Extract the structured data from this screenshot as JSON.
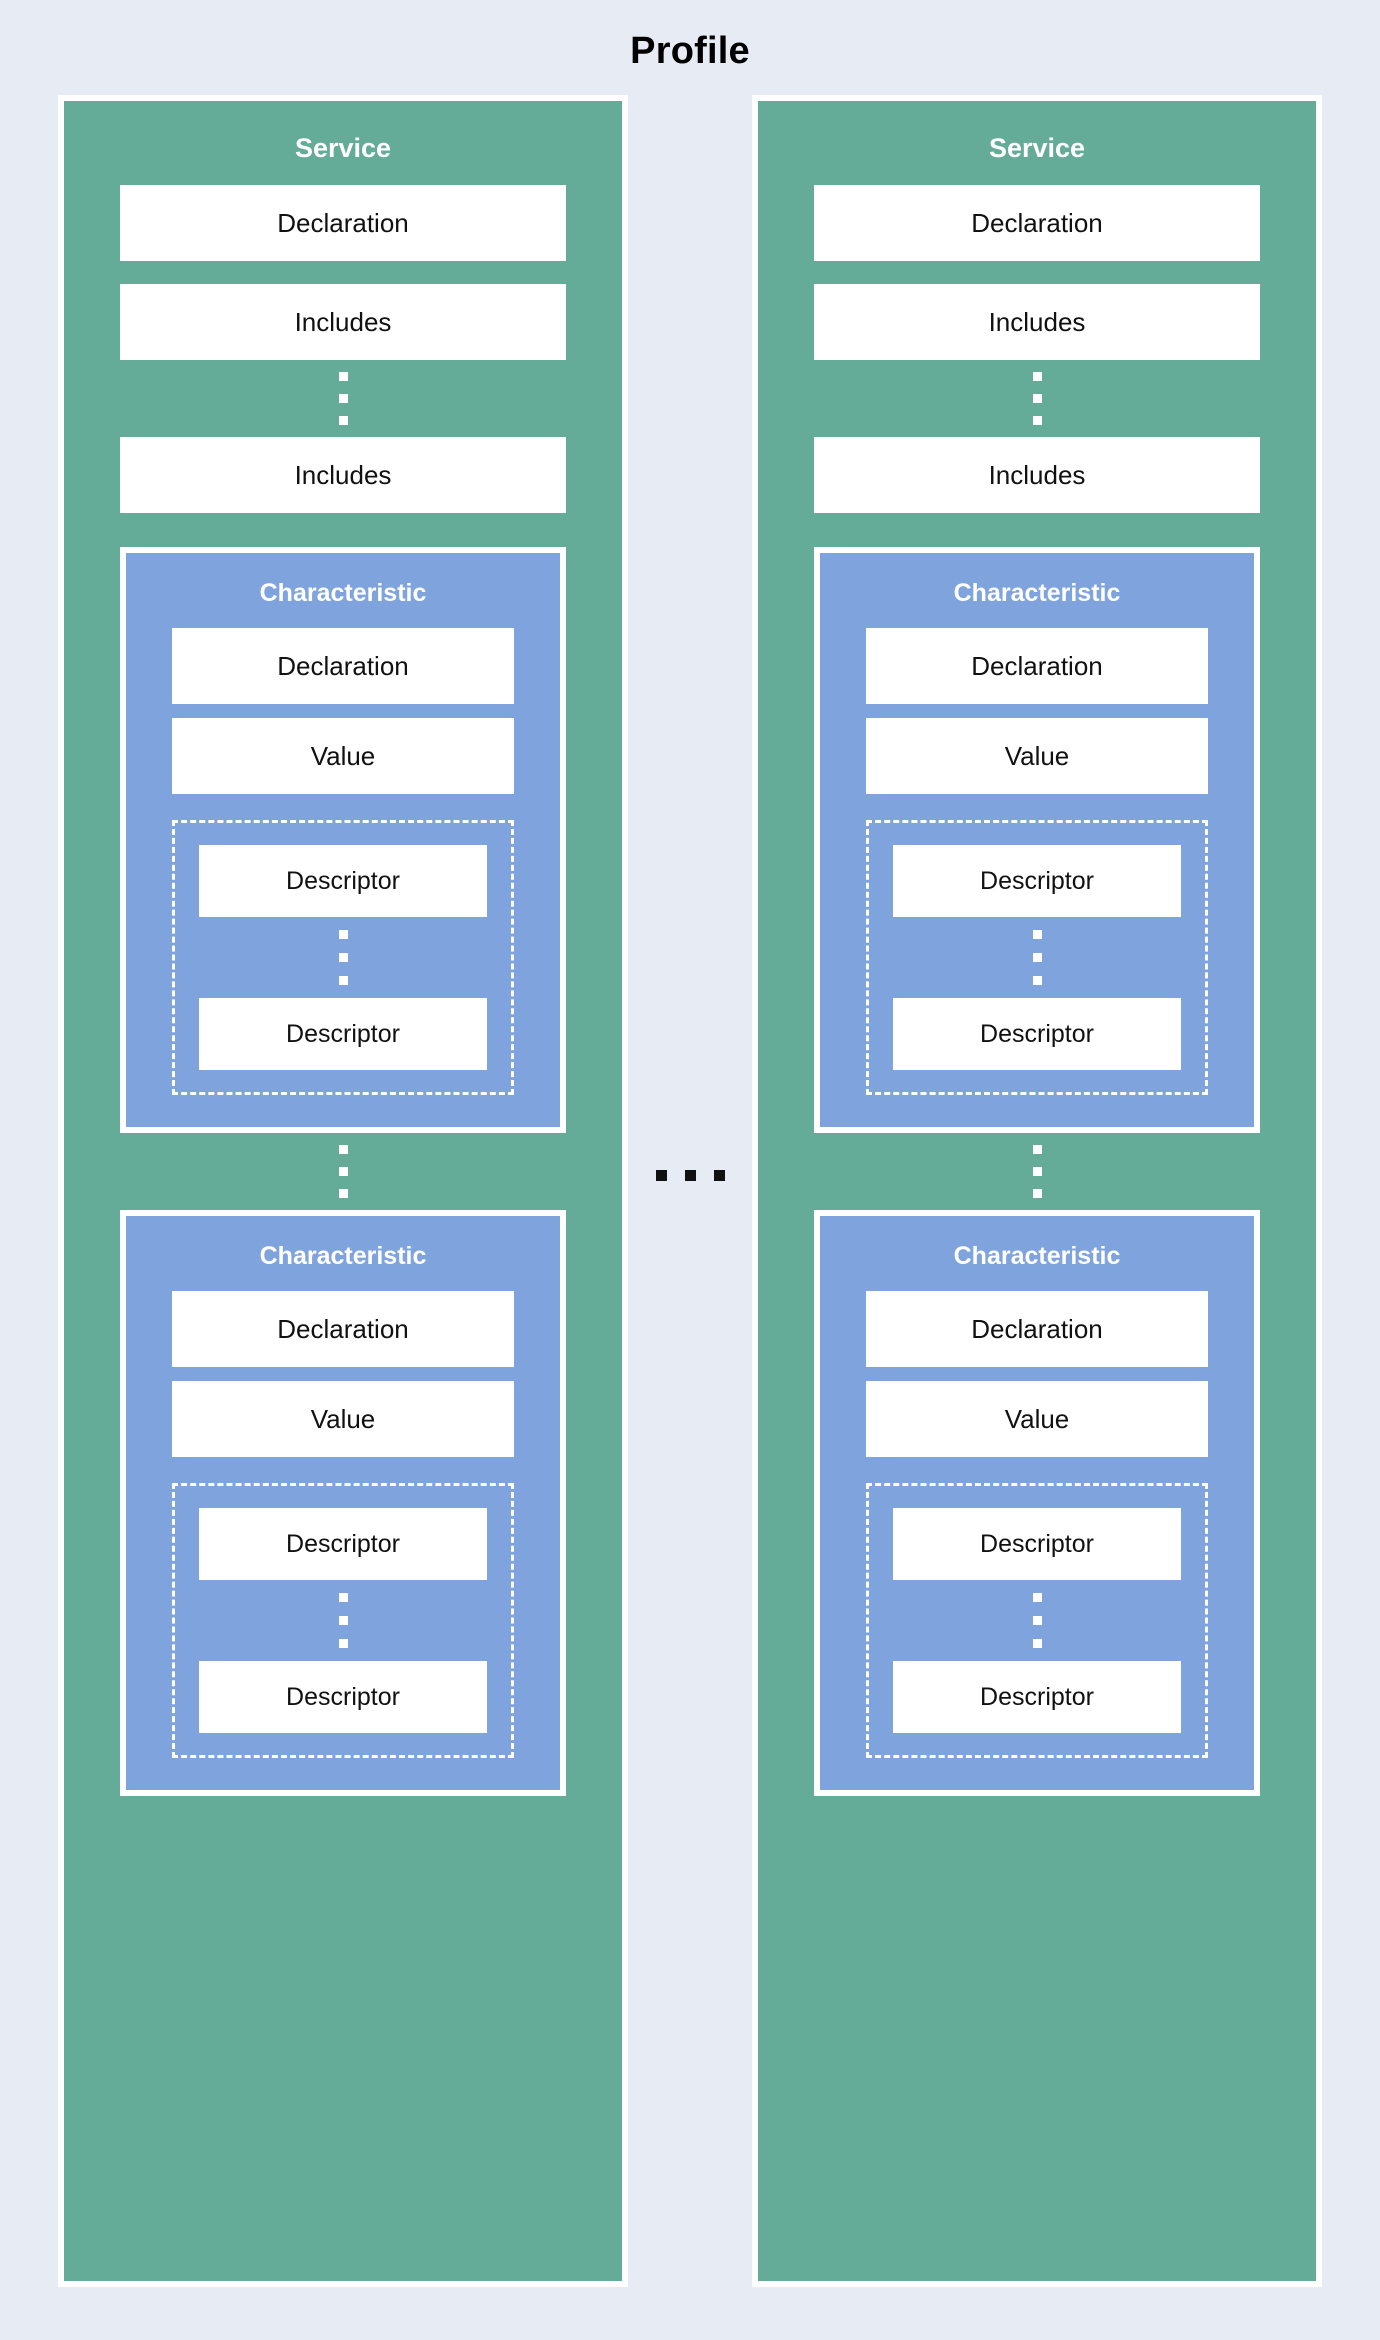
{
  "diagram": {
    "title": "Profile",
    "type": "nested-block-diagram",
    "colors": {
      "background": "#e6ebf4",
      "service": "#64ab98",
      "characteristic": "#7fa4dd",
      "leaf_box": "#ffffff",
      "leaf_text": "#111111",
      "panel_border": "#ffffff",
      "title_text": "#000000",
      "ellipsis_dark": "#111111",
      "ellipsis_light": "#ffffff"
    },
    "ellipsis": {
      "between_columns": "...",
      "vertical": "⋮"
    },
    "services": [
      {
        "title": "Service",
        "declaration": "Declaration",
        "includes_first": "Includes",
        "includes_last": "Includes",
        "characteristics": [
          {
            "title": "Characteristic",
            "declaration": "Declaration",
            "value": "Value",
            "descriptor_first": "Descriptor",
            "descriptor_last": "Descriptor"
          },
          {
            "title": "Characteristic",
            "declaration": "Declaration",
            "value": "Value",
            "descriptor_first": "Descriptor",
            "descriptor_last": "Descriptor"
          }
        ]
      },
      {
        "title": "Service",
        "declaration": "Declaration",
        "includes_first": "Includes",
        "includes_last": "Includes",
        "characteristics": [
          {
            "title": "Characteristic",
            "declaration": "Declaration",
            "value": "Value",
            "descriptor_first": "Descriptor",
            "descriptor_last": "Descriptor"
          },
          {
            "title": "Characteristic",
            "declaration": "Declaration",
            "value": "Value",
            "descriptor_first": "Descriptor",
            "descriptor_last": "Descriptor"
          }
        ]
      }
    ]
  }
}
